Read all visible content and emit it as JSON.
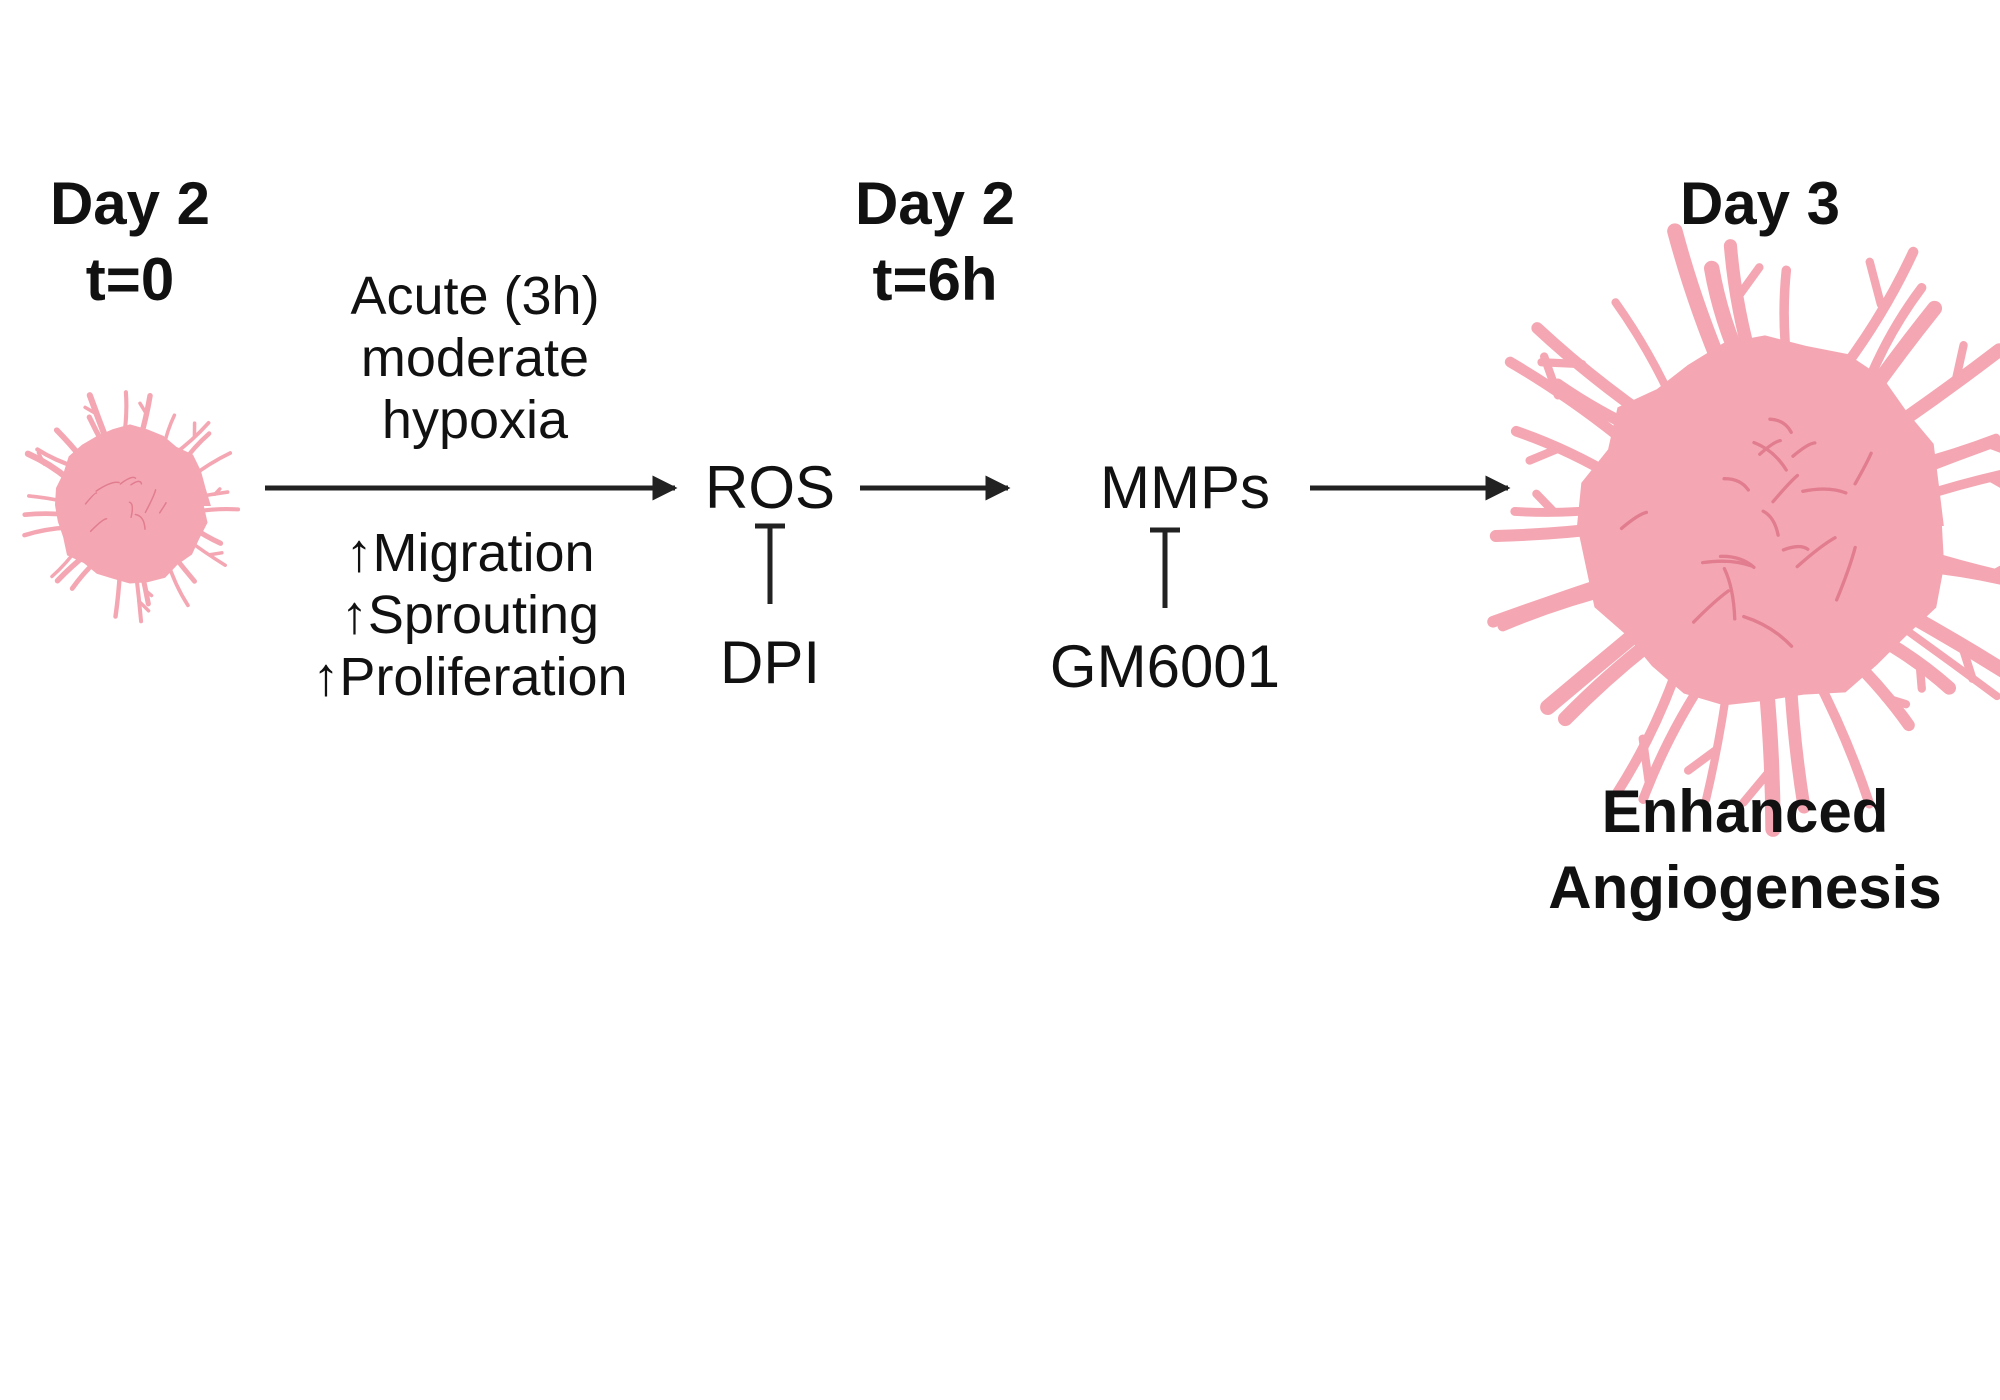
{
  "stages": {
    "start": {
      "day": "Day 2",
      "time": "t=0"
    },
    "mid": {
      "day": "Day 2",
      "time": "t=6h"
    },
    "end": {
      "day": "Day 3"
    }
  },
  "condition": {
    "line1": "Acute (3h)",
    "line2": "moderate",
    "line3": "hypoxia"
  },
  "effects": [
    "↑Migration",
    "↑Sprouting",
    "↑Proliferation"
  ],
  "nodes": {
    "ros": "ROS",
    "mmps": "MMPs"
  },
  "inhibitors": {
    "ros": "DPI",
    "mmps": "GM6001"
  },
  "outcome": {
    "line1": "Enhanced",
    "line2": "Angiogenesis"
  },
  "colors": {
    "cell_fill": "#f4a7b3",
    "cell_stroke": "#e17d8e",
    "arrow": "#222222"
  }
}
